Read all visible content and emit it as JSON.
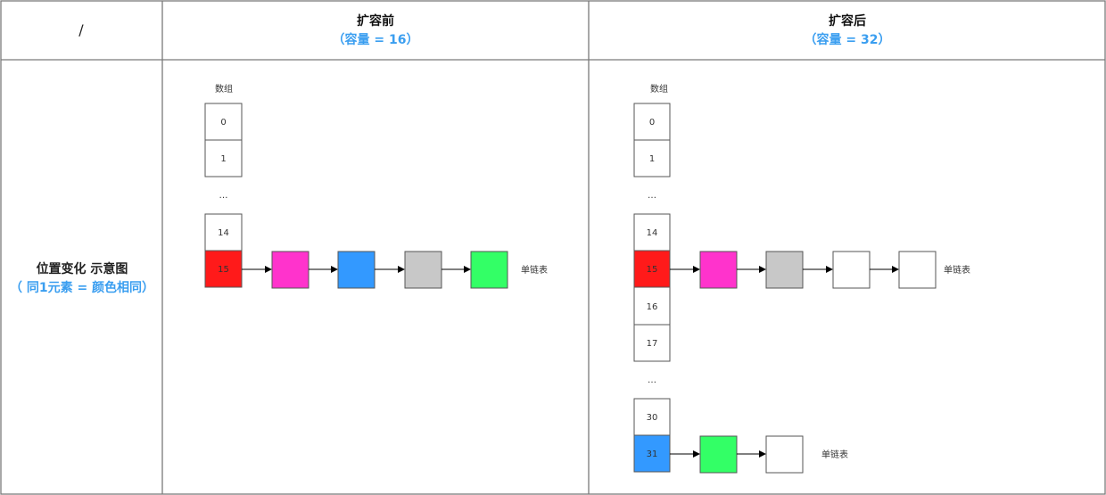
{
  "table": {
    "corner": "/",
    "col_before": {
      "title": "扩容前",
      "subtitle": "（容量 = 16）"
    },
    "col_after": {
      "title": "扩容后",
      "subtitle": "（容量 = 32）"
    },
    "row": {
      "title": "位置变化 示意图",
      "subtitle": "（ 同1元素 = 颜色相同）"
    }
  },
  "before": {
    "array_label": "数组",
    "cells": [
      "0",
      "1",
      "14",
      "15"
    ],
    "ellipsis": "…",
    "cell15_color": "#ff1a1a",
    "chain_colors": [
      "#ff33cc",
      "#3399ff",
      "#c8c8c8",
      "#33ff66"
    ],
    "chain_label": "单链表"
  },
  "after": {
    "array_label": "数组",
    "cells_top": [
      "0",
      "1"
    ],
    "ellipsis1": "…",
    "cells_mid": [
      "14",
      "15",
      "16",
      "17"
    ],
    "ellipsis2": "…",
    "cells_bottom": [
      "30",
      "31"
    ],
    "cell15_color": "#ff1a1a",
    "cell31_color": "#3399ff",
    "chain15_colors": [
      "#ff33cc",
      "#c8c8c8",
      "#ffffff",
      "#ffffff"
    ],
    "chain15_label": "单链表",
    "chain31_colors": [
      "#33ff66",
      "#ffffff"
    ],
    "chain31_label": "单链表"
  }
}
